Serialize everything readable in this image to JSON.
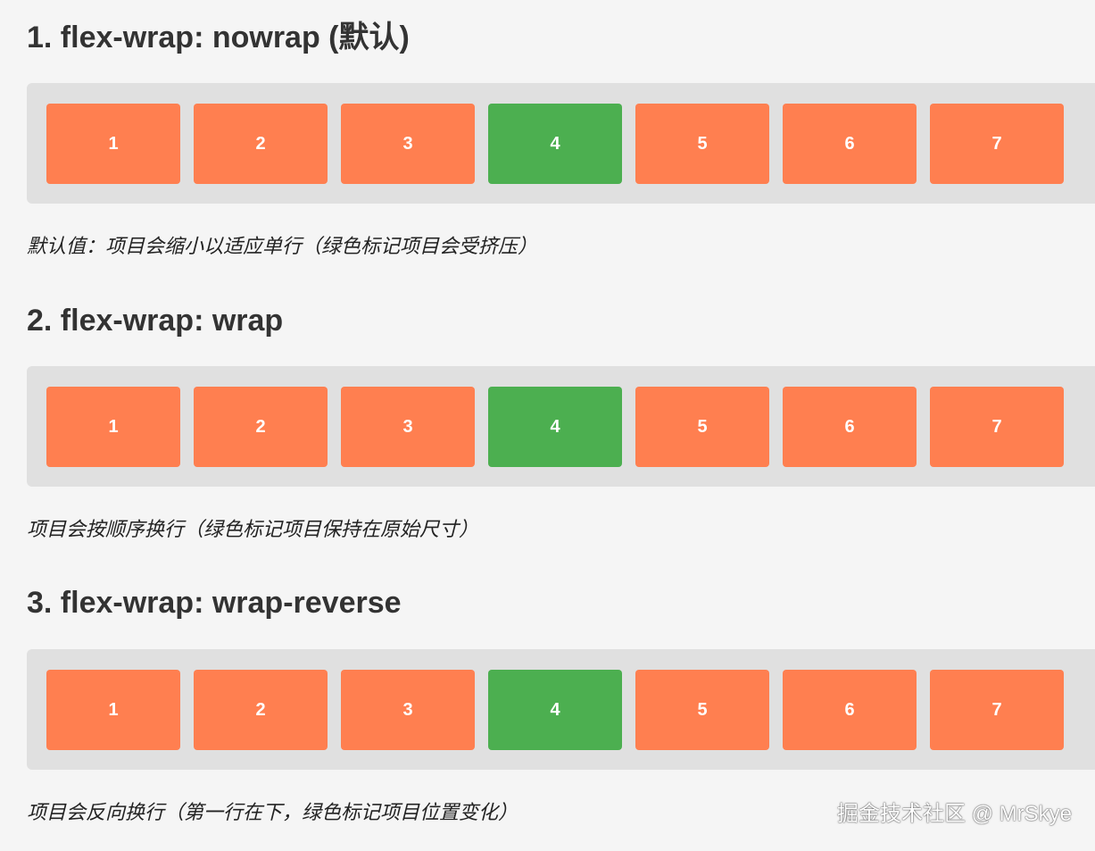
{
  "colors": {
    "page_background": "#f5f5f5",
    "container_background": "#e0e0e0",
    "item_default": "#ff7f50",
    "item_highlight": "#4caf50",
    "item_text": "#ffffff",
    "heading_text": "#333333"
  },
  "sections": [
    {
      "title": "1. flex-wrap: nowrap (默认)",
      "items": [
        "1",
        "2",
        "3",
        "4",
        "5",
        "6",
        "7"
      ],
      "highlighted_item": "4",
      "caption": "默认值：项目会缩小以适应单行（绿色标记项目会受挤压）"
    },
    {
      "title": "2. flex-wrap: wrap",
      "items": [
        "1",
        "2",
        "3",
        "4",
        "5",
        "6",
        "7"
      ],
      "highlighted_item": "4",
      "caption": "项目会按顺序换行（绿色标记项目保持在原始尺寸）"
    },
    {
      "title": "3. flex-wrap: wrap-reverse",
      "items": [
        "1",
        "2",
        "3",
        "4",
        "5",
        "6",
        "7"
      ],
      "highlighted_item": "4",
      "caption": "项目会反向换行（第一行在下，绿色标记项目位置变化）"
    }
  ],
  "watermark": "掘金技术社区 @ MrSkye"
}
